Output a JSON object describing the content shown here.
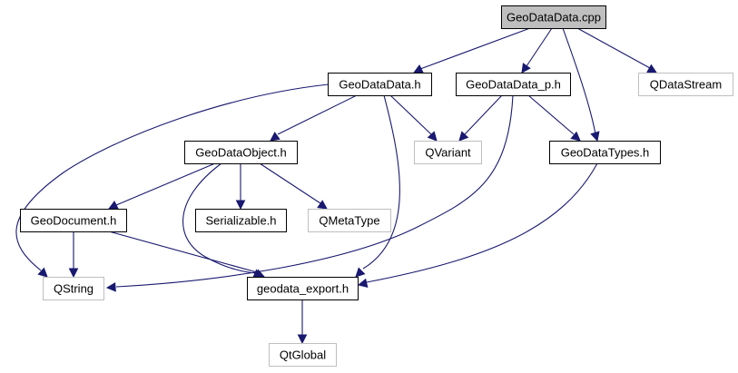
{
  "diagram": {
    "type": "include-dependency-graph",
    "colors": {
      "edge": "#191970",
      "root_fill": "#bfbfbf",
      "documented_border": "#000000",
      "external_border": "#bfbfbf"
    },
    "nodes": [
      {
        "id": "cpp",
        "label": "GeoDataData.cpp",
        "kind": "root"
      },
      {
        "id": "h",
        "label": "GeoDataData.h",
        "kind": "documented"
      },
      {
        "id": "ph",
        "label": "GeoDataData_p.h",
        "kind": "documented"
      },
      {
        "id": "qds",
        "label": "QDataStream",
        "kind": "external"
      },
      {
        "id": "obj",
        "label": "GeoDataObject.h",
        "kind": "documented"
      },
      {
        "id": "qvar",
        "label": "QVariant",
        "kind": "external"
      },
      {
        "id": "types",
        "label": "GeoDataTypes.h",
        "kind": "documented"
      },
      {
        "id": "doc",
        "label": "GeoDocument.h",
        "kind": "documented"
      },
      {
        "id": "ser",
        "label": "Serializable.h",
        "kind": "documented"
      },
      {
        "id": "qmt",
        "label": "QMetaType",
        "kind": "external"
      },
      {
        "id": "qstr",
        "label": "QString",
        "kind": "external"
      },
      {
        "id": "exp",
        "label": "geodata_export.h",
        "kind": "documented"
      },
      {
        "id": "qtg",
        "label": "QtGlobal",
        "kind": "external"
      }
    ],
    "edges": [
      {
        "from": "cpp",
        "to": "h"
      },
      {
        "from": "cpp",
        "to": "ph"
      },
      {
        "from": "cpp",
        "to": "types"
      },
      {
        "from": "cpp",
        "to": "qds"
      },
      {
        "from": "h",
        "to": "obj"
      },
      {
        "from": "h",
        "to": "qvar"
      },
      {
        "from": "h",
        "to": "qstr"
      },
      {
        "from": "h",
        "to": "exp"
      },
      {
        "from": "ph",
        "to": "qvar"
      },
      {
        "from": "ph",
        "to": "types"
      },
      {
        "from": "ph",
        "to": "qstr"
      },
      {
        "from": "obj",
        "to": "doc"
      },
      {
        "from": "obj",
        "to": "ser"
      },
      {
        "from": "obj",
        "to": "qmt"
      },
      {
        "from": "obj",
        "to": "exp"
      },
      {
        "from": "doc",
        "to": "qstr"
      },
      {
        "from": "doc",
        "to": "exp"
      },
      {
        "from": "types",
        "to": "exp"
      },
      {
        "from": "exp",
        "to": "qtg"
      }
    ]
  }
}
